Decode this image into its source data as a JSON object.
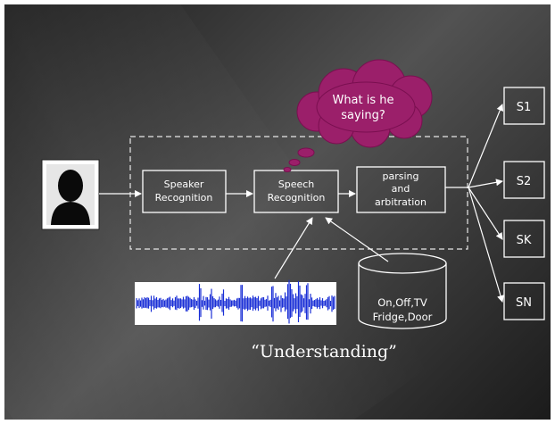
{
  "diagram": {
    "thought_bubble": {
      "line1": "What is he",
      "line2": "saying?"
    },
    "boxes": {
      "speaker": {
        "line1": "Speaker",
        "line2": "Recognition"
      },
      "speech": {
        "line1": "Speech",
        "line2": "Recognition"
      },
      "parsing": {
        "line1": "parsing",
        "line2": "and",
        "line3": "arbitration"
      }
    },
    "database": {
      "line1": "On,Off,TV",
      "line2": "Fridge,Door"
    },
    "outputs": [
      "S1",
      "S2",
      "SK",
      "SN"
    ],
    "caption": "“Understanding”",
    "icons": {
      "person": "person-silhouette-icon",
      "waveform": "audio-waveform-icon"
    },
    "colors": {
      "bubble": "#9b1f6a",
      "waveform": "#1a2fd6",
      "line": "#ffffff"
    }
  }
}
